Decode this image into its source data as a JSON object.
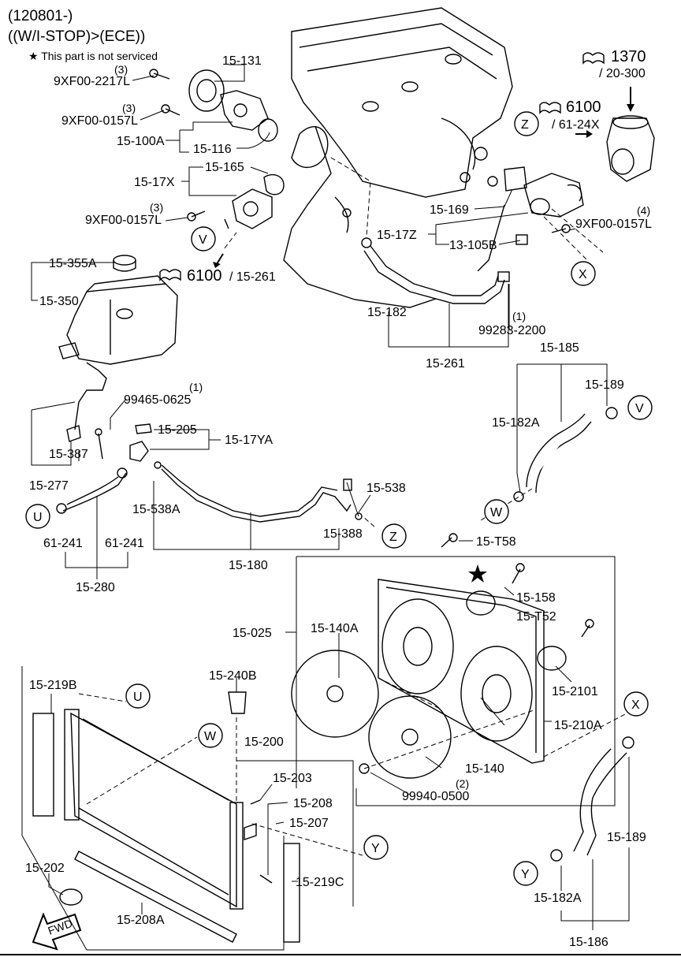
{
  "header": {
    "line1": "(120801-)",
    "line2": "((W/I-STOP)>(ECE))",
    "note": "★ This part is not serviced"
  },
  "refs": {
    "r1370": "1370",
    "r20300": "/ 20-300",
    "r6100a": "6100",
    "r6124x": "/ 61-24X",
    "r6100b": "6100",
    "r15261b": "/ 15-261"
  },
  "labels": {
    "l15131": "15-131",
    "q3a": "(3)",
    "b9xf2217": "9XF00-2217L",
    "q3b": "(3)",
    "b9xf0157a": "9XF00-0157L",
    "l15100a": "15-100A",
    "l15116": "15-116",
    "l15165": "15-165",
    "l1517x": "15-17X",
    "q3c": "(3)",
    "b9xf0157b": "9XF00-0157L",
    "l15169": "15-169",
    "l1517z": "15-17Z",
    "l13105b": "13-105B",
    "q4": "(4)",
    "b9xf0157c": "9XF00-0157L",
    "l15355a": "15-355A",
    "l15350": "15-350",
    "l15182": "15-182",
    "q1a": "(1)",
    "c992832200": "99283-2200",
    "l15261": "15-261",
    "l15185": "15-185",
    "l15189a": "15-189",
    "l15182a": "15-182A",
    "q1b": "(1)",
    "c994650625": "99465-0625",
    "l15205": "15-205",
    "l1517ya": "15-17YA",
    "l15387": "15-387",
    "l15277": "15-277",
    "l15538": "15-538",
    "l15538a": "15-538A",
    "l15388": "15-388",
    "l61241a": "61-241",
    "l61241b": "61-241",
    "l15180": "15-180",
    "l15280": "15-280",
    "l15t58": "15-T58",
    "l15158": "15-158",
    "l15t52": "15-T52",
    "l15025": "15-025",
    "l15140a": "15-140A",
    "l152101": "15-2101",
    "l15210a": "15-210A",
    "l15140": "15-140",
    "q2": "(2)",
    "c999400500": "99940-0500",
    "l15219b": "15-219B",
    "l15240b": "15-240B",
    "l15200": "15-200",
    "l15203": "15-203",
    "l15208": "15-208",
    "l15207": "15-207",
    "l15202": "15-202",
    "l15219c": "15-219C",
    "l15208a": "15-208A",
    "l15189b": "15-189",
    "l15182a2": "15-182A",
    "l15186": "15-186"
  },
  "callouts": {
    "Z": "Z",
    "V": "V",
    "X": "X",
    "U": "U",
    "W": "W",
    "Y": "Y"
  },
  "fwd": "FWD",
  "icons": [
    "book-ref-icon",
    "star-icon",
    "fwd-arrow-icon",
    "callout-circle-icon"
  ]
}
